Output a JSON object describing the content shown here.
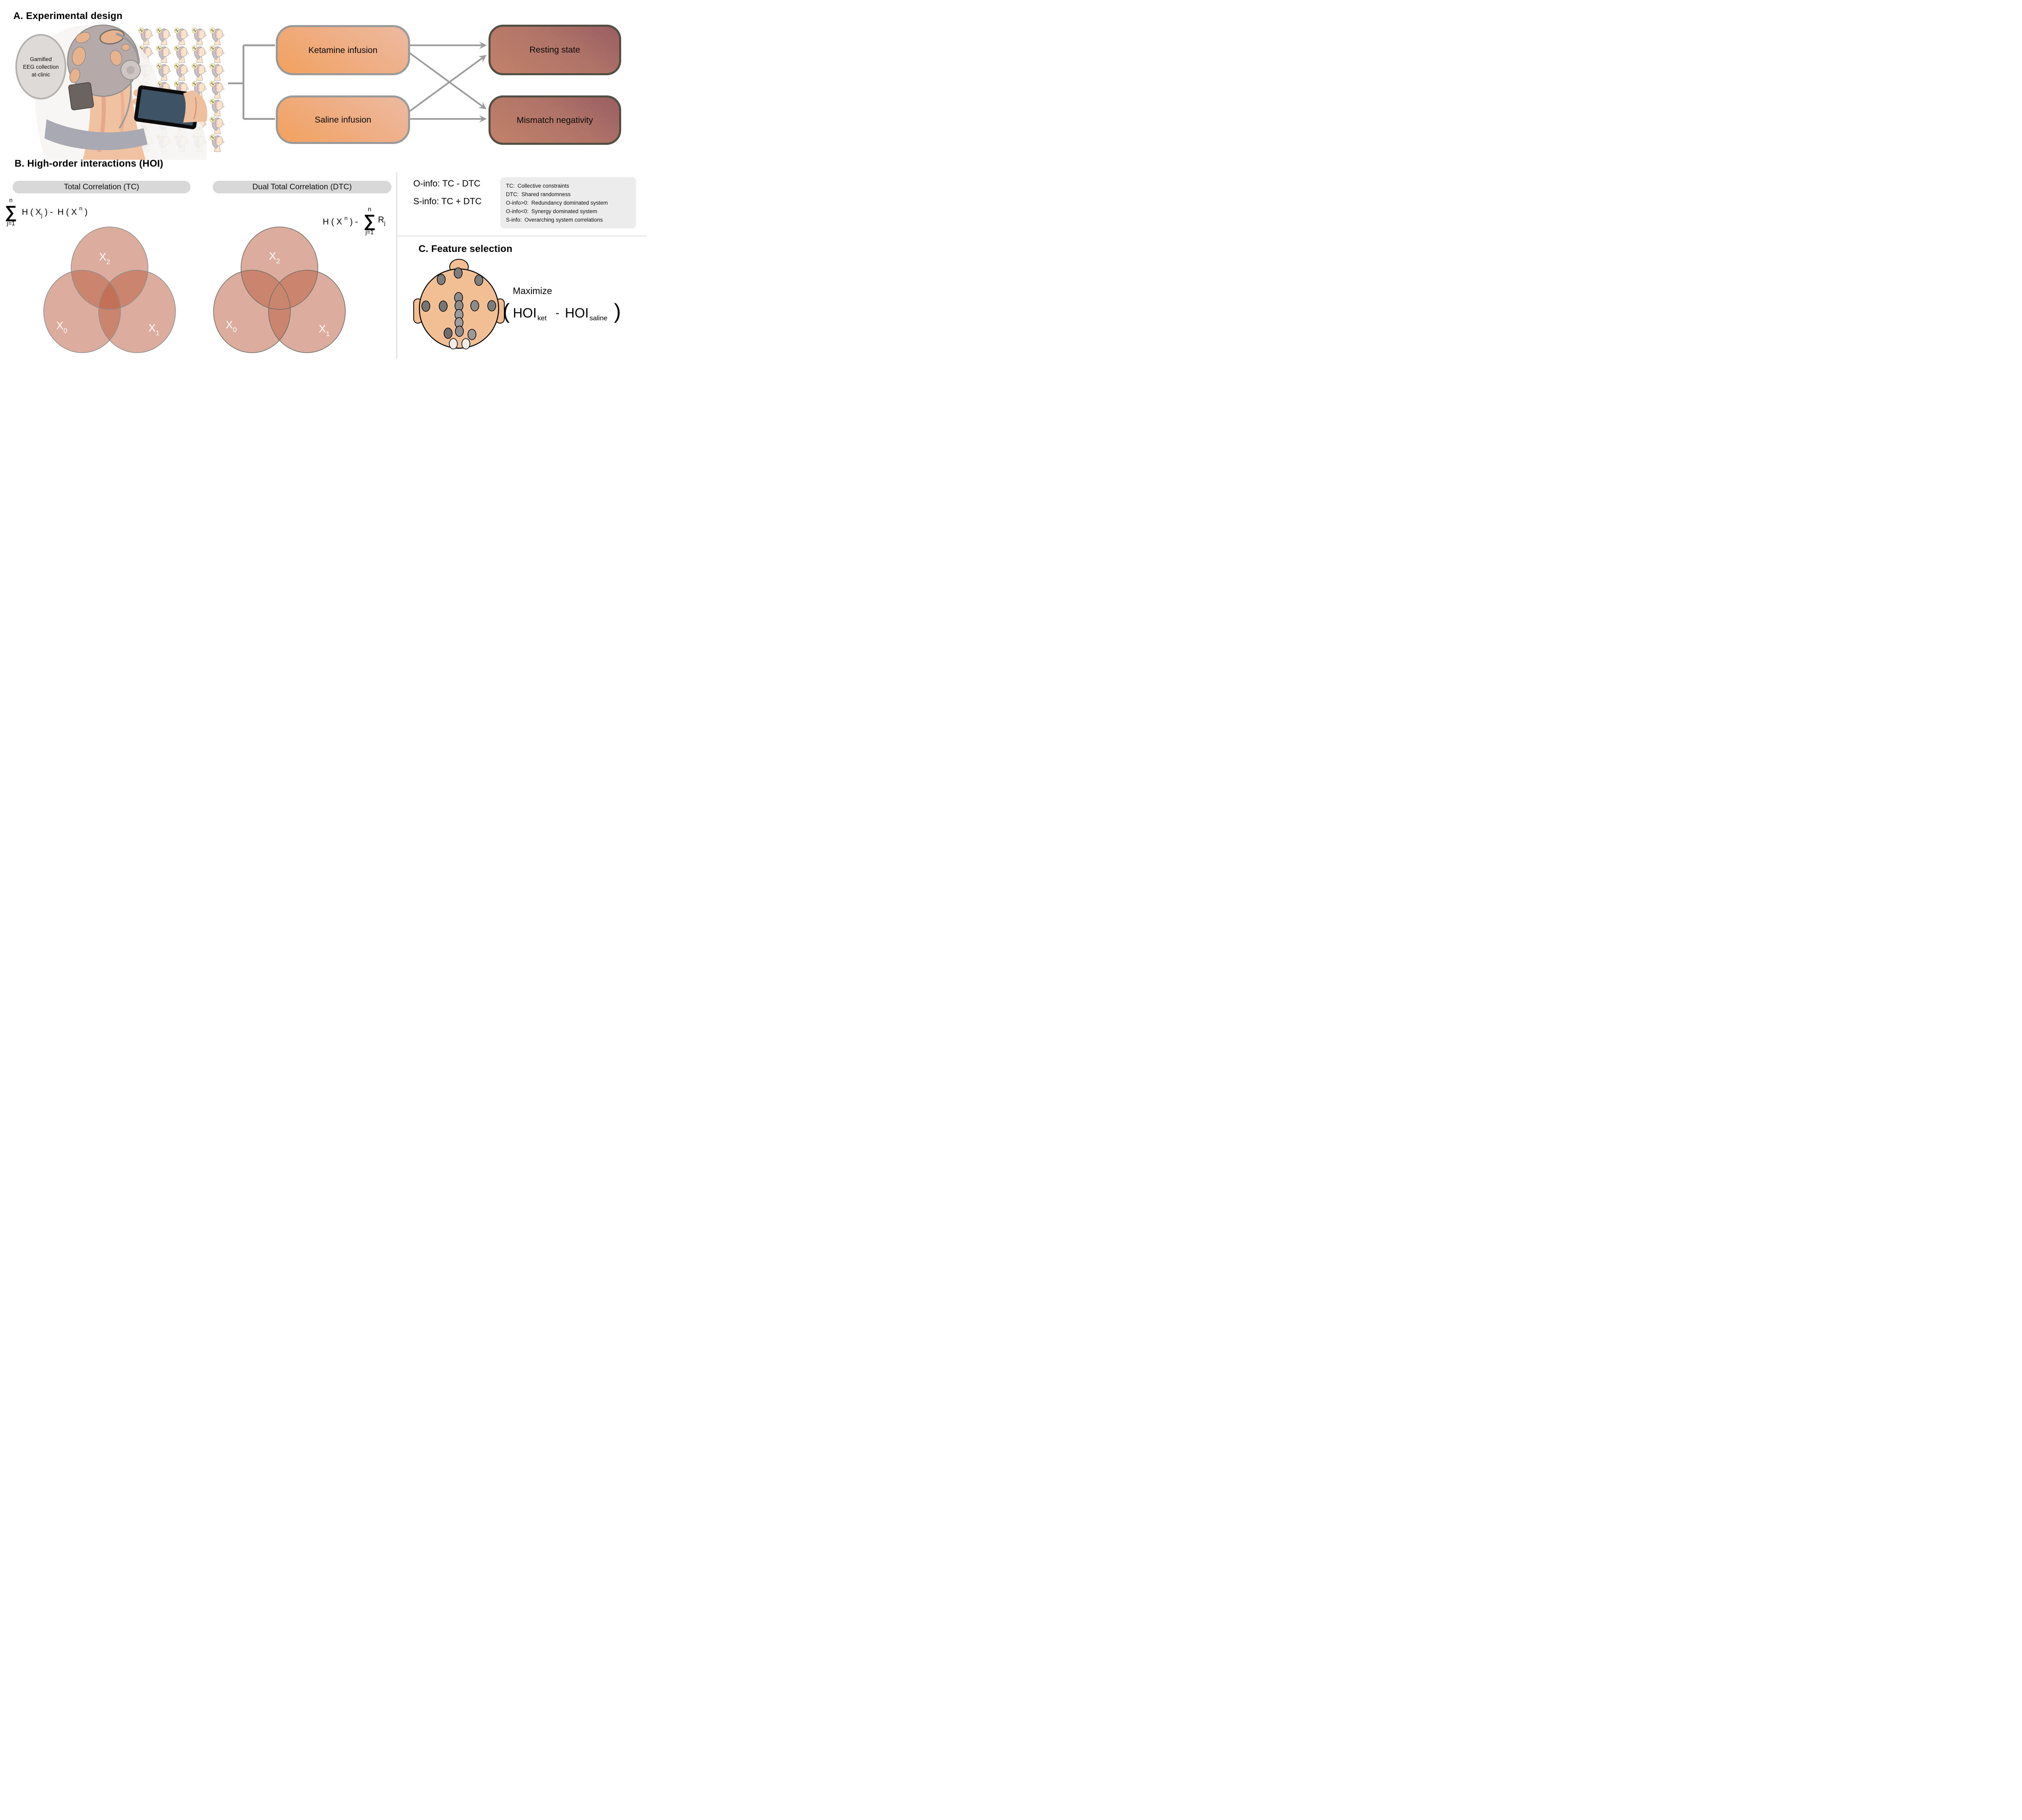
{
  "panel_a": {
    "label": "A. Experimental design",
    "badge": {
      "line1": "Gamified",
      "line2": "EEG collection",
      "line3": "at-clinic"
    },
    "boxes": {
      "ketamine": "Ketamine infusion",
      "saline": "Saline infusion",
      "resting": "Resting state",
      "mismatch": "Mismatch negativity"
    }
  },
  "panel_b": {
    "label": "B. High-order interactions (HOI)",
    "tc": {
      "header": "Total Correlation (TC)",
      "sum_top": "n",
      "sum_sigma": "∑",
      "sum_bottom": "j=1",
      "expr_pre": "H ( X",
      "expr_sub": "j",
      "expr_mid": " ) -  H ( X ",
      "expr_sup": "n",
      "expr_close": " )"
    },
    "dtc": {
      "header": "Dual Total Correlation (DTC)",
      "expr_pre": "H ( X ",
      "expr_sup": "n",
      "expr_mid": " ) - ",
      "sum_top": "n",
      "sum_sigma": "∑",
      "sum_bottom": "j=1",
      "expr_r": " R",
      "expr_rsub": "j"
    },
    "venn_labels": {
      "x0_base": "X",
      "x0_sub": "0",
      "x1_base": "X",
      "x1_sub": "1",
      "x2_base": "X",
      "x2_sub": "2"
    },
    "oinfo": "O-info: TC - DTC",
    "sinfo": "S-info: TC + DTC",
    "legend": {
      "items": [
        {
          "term": "TC:",
          "def": "Collective constraints"
        },
        {
          "term": "DTC:",
          "def": "Shared randomness"
        },
        {
          "term": "O-info>0:",
          "def": "Redundancy dominated system"
        },
        {
          "term": "O-info<0:",
          "def": "Synergy dominated system"
        },
        {
          "term": "S-info:",
          "def": "Overarching system correlations"
        }
      ]
    }
  },
  "panel_c": {
    "label": "C. Feature selection",
    "maximize": "Maximize",
    "formula": {
      "open": "(",
      "hoi1": "HOI",
      "sub1": "ket",
      "minus": "-",
      "hoi2": "HOI",
      "sub2": "saline",
      "close": ")"
    }
  },
  "colors": {
    "flow_orange": "#F2A15E",
    "flow_orange_light": "#ECBA9F",
    "flow_red": "#995E61",
    "flow_red_light": "#C28169",
    "venn_fill": "#B95C3D",
    "pill_gray": "#D8D8D8",
    "legend_gray": "#ECECEC",
    "arrow_gray": "#9B9B9B"
  }
}
